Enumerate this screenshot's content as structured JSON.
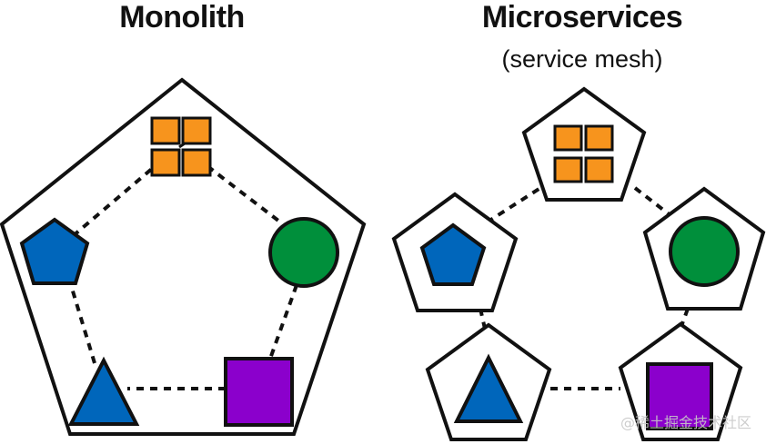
{
  "monolith": {
    "title": "Monolith"
  },
  "microservices": {
    "title": "Microservices",
    "subtitle": "(service mesh)"
  },
  "colors": {
    "orange": "#F7941D",
    "blue": "#0066BB",
    "green": "#008F3B",
    "purple": "#8B00CC",
    "stroke": "#111111",
    "background": "#FFFFFF"
  },
  "components": [
    {
      "shape": "four-squares",
      "color": "orange"
    },
    {
      "shape": "circle",
      "color": "green"
    },
    {
      "shape": "square",
      "color": "purple"
    },
    {
      "shape": "triangle",
      "color": "blue"
    },
    {
      "shape": "pentagon",
      "color": "blue"
    }
  ],
  "watermark": "@稀土掘金技术社区"
}
